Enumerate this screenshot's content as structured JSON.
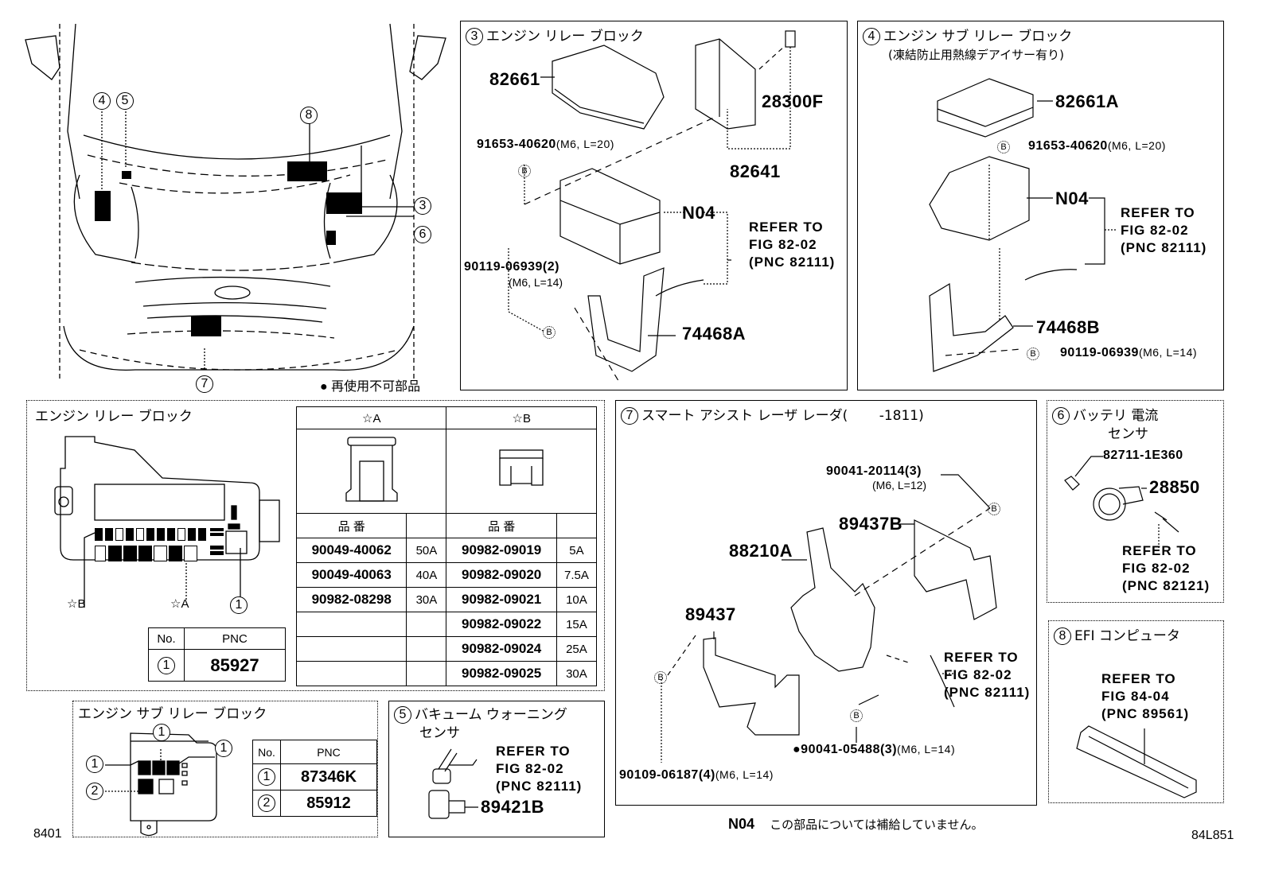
{
  "overview": {
    "callouts": [
      "4",
      "5",
      "8",
      "3",
      "6",
      "7"
    ],
    "legend": "● 再使用不可部品"
  },
  "section3": {
    "num": "3",
    "title": "エンジン リレー ブロック",
    "parts": {
      "cover": "82661",
      "bolt_top": "91653-40620",
      "bolt_top_spec": "(M6, L=20)",
      "module": "28300F",
      "module_assy": "82641",
      "block": "N04",
      "bolt_bottom": "90119-06939(2)",
      "bolt_bottom_spec": "(M6, L=14)",
      "bracket": "74468A"
    },
    "refer": "REFER TO\nFIG 82-02\n(PNC 82111)"
  },
  "section4": {
    "num": "4",
    "title": "エンジン サブ リレー ブロック",
    "subtitle": "(凍結防止用熱線デアイサー有り)",
    "parts": {
      "cover": "82661A",
      "bolt_top": "91653-40620",
      "bolt_top_spec": "(M6, L=20)",
      "block": "N04",
      "bracket": "74468B",
      "bolt_bottom": "90119-06939",
      "bolt_bottom_spec": "(M6, L=14)"
    },
    "refer": "REFER TO\nFIG 82-02\n(PNC 82111)"
  },
  "relay_block": {
    "title": "エンジン リレー ブロック",
    "marker_b": "☆B",
    "marker_a": "☆A",
    "marker_1": "1",
    "pnc_table": {
      "headers": [
        "No.",
        "PNC"
      ],
      "rows": [
        {
          "no": "1",
          "pnc": "85927"
        }
      ]
    }
  },
  "fuse_table": {
    "col_a": "☆A",
    "col_b": "☆B",
    "part_header": "品 番",
    "rows": [
      {
        "a_part": "90049-40062",
        "a_amp": "50A",
        "b_part": "90982-09019",
        "b_amp": "5A"
      },
      {
        "a_part": "90049-40063",
        "a_amp": "40A",
        "b_part": "90982-09020",
        "b_amp": "7.5A"
      },
      {
        "a_part": "90982-08298",
        "a_amp": "30A",
        "b_part": "90982-09021",
        "b_amp": "10A"
      },
      {
        "a_part": "",
        "a_amp": "",
        "b_part": "90982-09022",
        "b_amp": "15A"
      },
      {
        "a_part": "",
        "a_amp": "",
        "b_part": "90982-09024",
        "b_amp": "25A"
      },
      {
        "a_part": "",
        "a_amp": "",
        "b_part": "90982-09025",
        "b_amp": "30A"
      }
    ]
  },
  "section7": {
    "num": "7",
    "title": "スマート アシスト レーザ レーダ(　　 -1811)",
    "parts": {
      "bolt_top": "90041-20114(3)",
      "bolt_top_spec": "(M6, L=12)",
      "bracket_b": "89437B",
      "sensor": "88210A",
      "cover": "89437",
      "bolt_left": "90109-06187(4)",
      "bolt_left_spec": "(M6, L=14)",
      "bolt_bottom": "●90041-05488(3)",
      "bolt_bottom_spec": "(M6, L=14)"
    },
    "refer": "REFER TO\nFIG 82-02\n(PNC 82111)"
  },
  "section6": {
    "num": "6",
    "title": "バッテリ 電流",
    "title2": "センサ",
    "parts": {
      "bolt": "82711-1E360",
      "sensor": "28850"
    },
    "refer": "REFER TO\nFIG 82-02\n(PNC 82121)"
  },
  "section8": {
    "num": "8",
    "title": "EFI コンピュータ",
    "refer": "REFER TO\nFIG 84-04\n(PNC 89561)"
  },
  "sub_relay_block": {
    "title": "エンジン サブ リレー ブロック",
    "pnc_table": {
      "headers": [
        "No.",
        "PNC"
      ],
      "rows": [
        {
          "no": "1",
          "pnc": "87346K"
        },
        {
          "no": "2",
          "pnc": "85912"
        }
      ]
    }
  },
  "section5": {
    "num": "5",
    "title": "バキューム ウォーニング",
    "title2": "センサ",
    "part": "89421B",
    "refer": "REFER TO\nFIG 82-02\n(PNC 82111)"
  },
  "footer": {
    "code_left": "8401",
    "note_code": "N04",
    "note_text": "この部品については補給していません。",
    "code_right": "84L851"
  }
}
